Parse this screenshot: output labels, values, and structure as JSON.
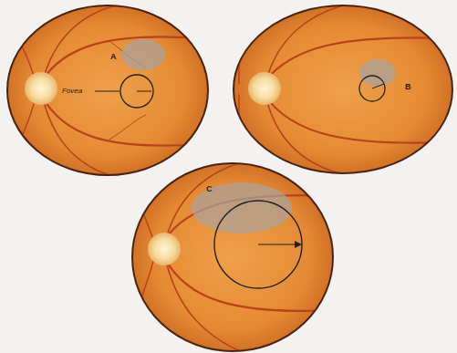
{
  "diagram": {
    "labels": [
      "A",
      "Fovea",
      "B",
      "C"
    ]
  }
}
